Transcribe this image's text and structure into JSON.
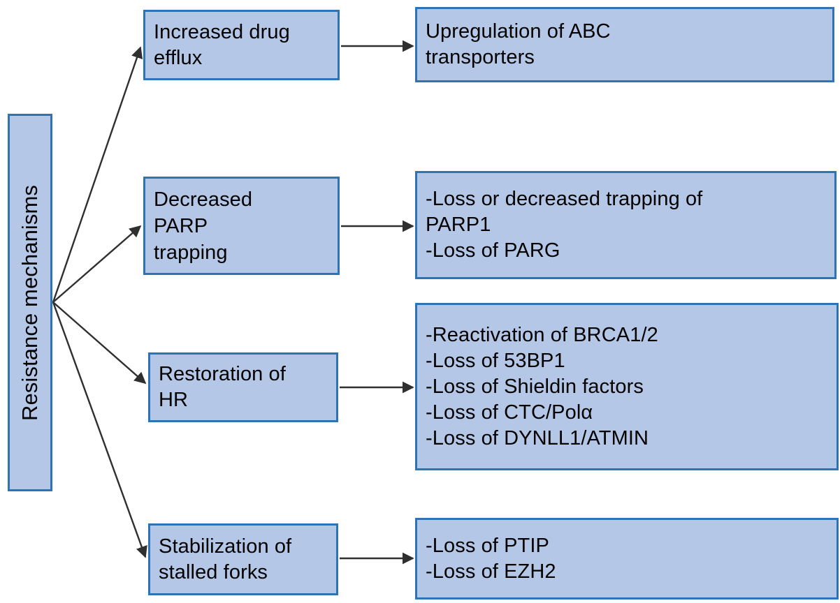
{
  "diagram": {
    "title": "Resistance mechanisms",
    "root": {
      "label": "Resistance mechanisms",
      "orientation": "vertical"
    },
    "colors": {
      "node_fill": "#b4c7e7",
      "node_border": "#2e74b5",
      "connector": "#3b3b3b",
      "text": "#000000",
      "background": "#ffffff"
    },
    "branches": [
      {
        "mechanism": "Increased drug\nefflux",
        "details": "Upregulation of ABC\ntransporters"
      },
      {
        "mechanism": "Decreased\nPARP\ntrapping",
        "details": "-Loss or decreased trapping of\nPARP1\n-Loss of PARG"
      },
      {
        "mechanism": "Restoration of\nHR",
        "details": "-Reactivation of BRCA1/2\n-Loss of 53BP1\n-Loss of Shieldin factors\n-Loss of CTC/Polα\n-Loss of DYNLL1/ATMIN"
      },
      {
        "mechanism": "Stabilization of\nstalled forks",
        "details": "-Loss of PTIP\n-Loss of EZH2"
      }
    ]
  }
}
